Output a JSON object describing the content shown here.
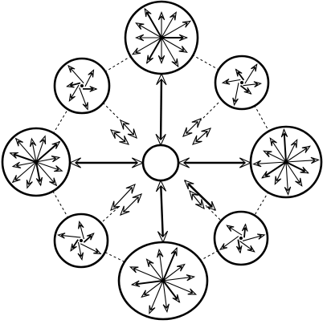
{
  "diagram": {
    "stroke_color": "#000000",
    "background_color": "#ffffff",
    "center_node": "center-circle",
    "outer_nodes": [
      {
        "id": "top",
        "size": "large",
        "cluster": "flower"
      },
      {
        "id": "top-right",
        "size": "small",
        "cluster": "sparse"
      },
      {
        "id": "right",
        "size": "large",
        "cluster": "flower"
      },
      {
        "id": "bottom-right",
        "size": "small",
        "cluster": "sparse"
      },
      {
        "id": "bottom",
        "size": "large",
        "cluster": "flower"
      },
      {
        "id": "bottom-left",
        "size": "small",
        "cluster": "sparse"
      },
      {
        "id": "left",
        "size": "large",
        "cluster": "flower"
      },
      {
        "id": "top-left",
        "size": "small",
        "cluster": "sparse"
      }
    ],
    "connectors": {
      "ring": "dashed",
      "spokes": "double-headed-arrows"
    }
  }
}
